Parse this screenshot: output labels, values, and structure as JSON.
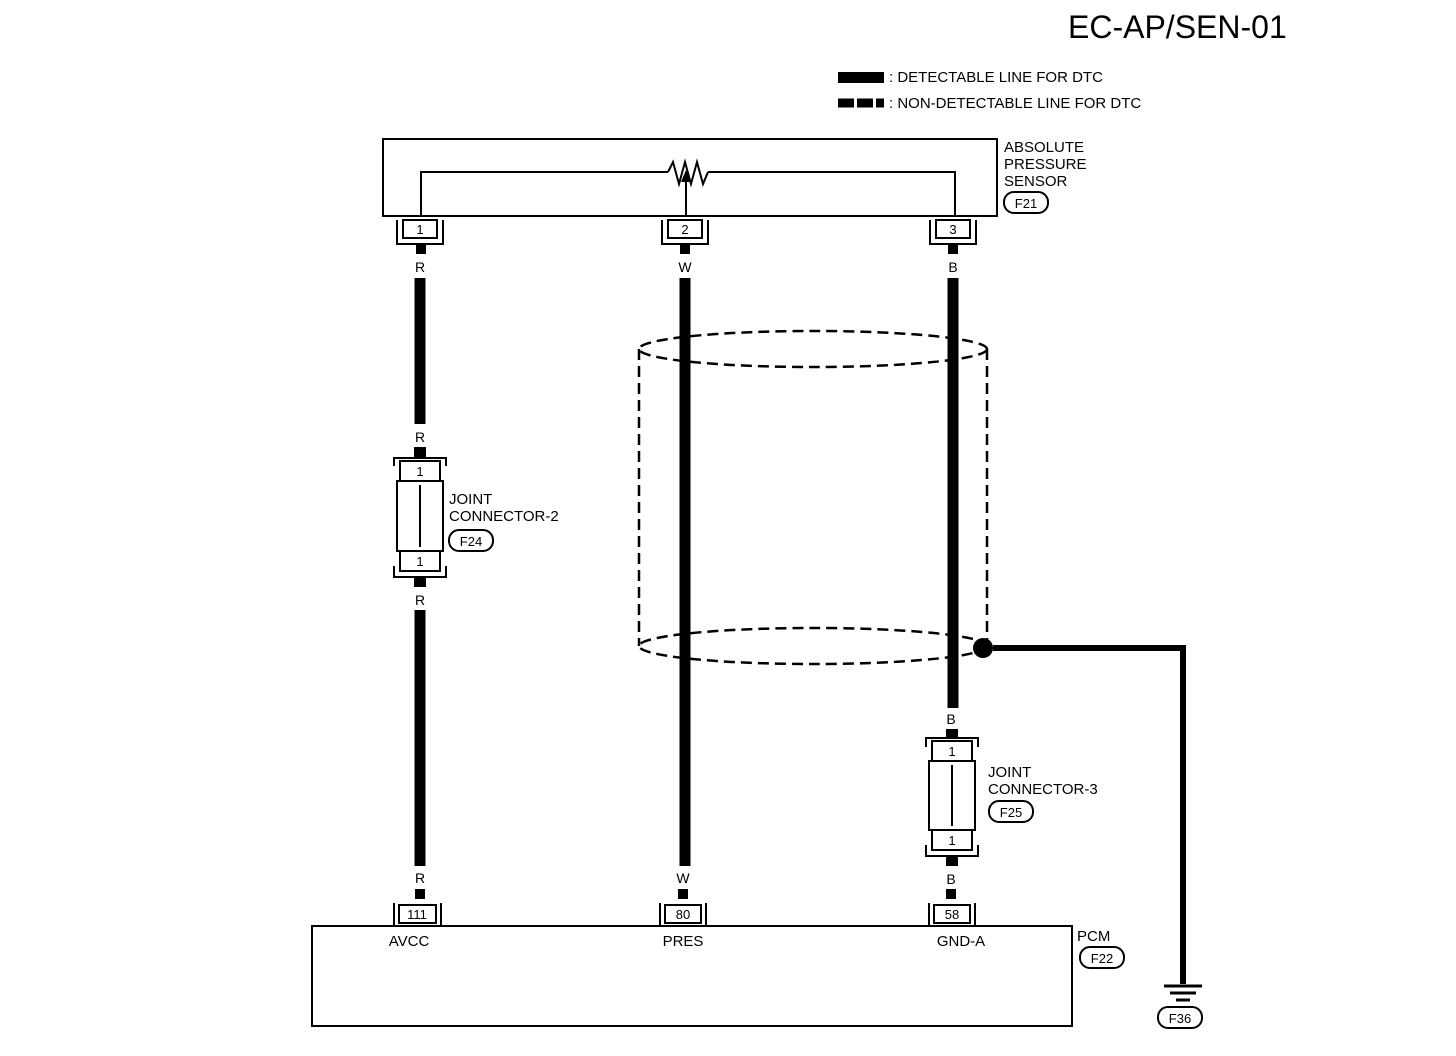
{
  "title": "EC-AP/SEN-01",
  "legend": {
    "detectable": ": DETECTABLE LINE FOR DTC",
    "non_detectable": ": NON-DETECTABLE LINE FOR DTC"
  },
  "sensor": {
    "line1": "ABSOLUTE",
    "line2": "PRESSURE",
    "line3": "SENSOR",
    "connector": "F21",
    "pins": [
      "1",
      "2",
      "3"
    ]
  },
  "wires": {
    "left": "R",
    "mid": "W",
    "right": "B"
  },
  "joint2": {
    "line1": "JOINT",
    "line2": "CONNECTOR-2",
    "connector": "F24",
    "pin_top": "1",
    "pin_bottom": "1"
  },
  "joint3": {
    "line1": "JOINT",
    "line2": "CONNECTOR-3",
    "connector": "F25",
    "pin_top": "1",
    "pin_bottom": "1"
  },
  "pcm": {
    "label": "PCM",
    "connector": "F22",
    "pins": [
      "111",
      "80",
      "58"
    ],
    "terminals": [
      "AVCC",
      "PRES",
      "GND-A"
    ]
  },
  "ground": {
    "connector": "F36"
  }
}
